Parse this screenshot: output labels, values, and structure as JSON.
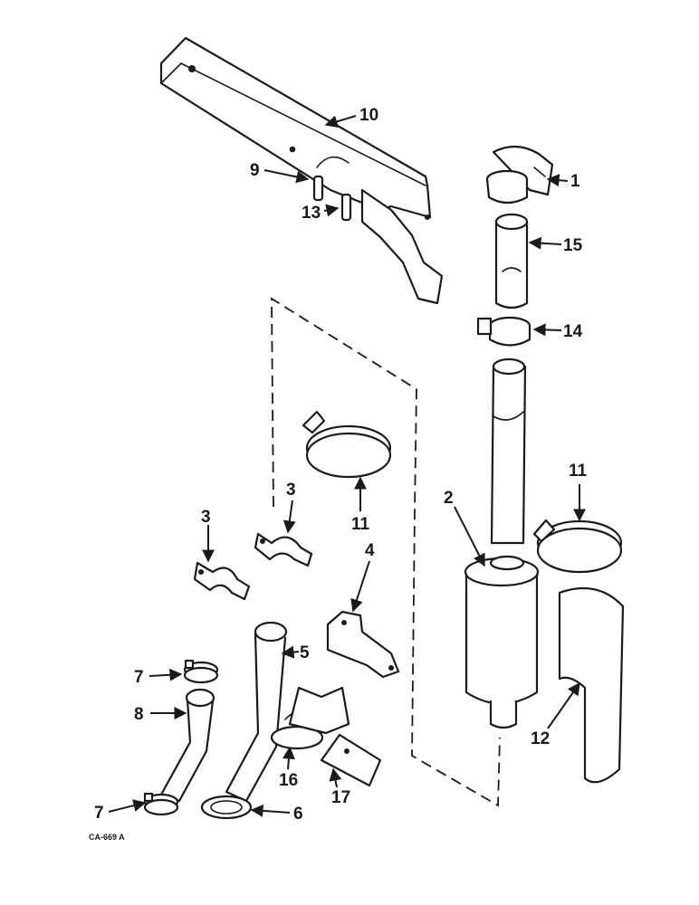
{
  "callouts": {
    "c1": "1",
    "c2": "2",
    "c3a": "3",
    "c3b": "3",
    "c4": "4",
    "c5": "5",
    "c6": "6",
    "c7a": "7",
    "c7b": "7",
    "c8": "8",
    "c9": "9",
    "c10": "10",
    "c11a": "11",
    "c11b": "11",
    "c12": "12",
    "c13": "13",
    "c14": "14",
    "c15": "15",
    "c16": "16",
    "c17": "17"
  },
  "drawing_code": "CA-669 A"
}
